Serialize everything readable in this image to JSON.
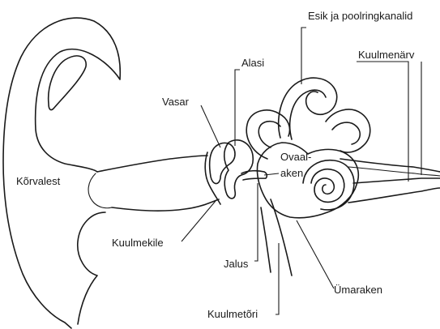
{
  "labels": {
    "korvalest": "Kõrvalest",
    "vasar": "Vasar",
    "alasi": "Alasi",
    "esik": "Esik ja poolringkanalid",
    "kuulmenarv": "Kuulmenärv",
    "ovaal_line1": "Ovaal-",
    "ovaal_line2": "aken",
    "kuulmekile": "Kuulmekile",
    "jalus": "Jalus",
    "umaraken": "Ümaraken",
    "kuulmetori": "Kuulmetõri"
  }
}
